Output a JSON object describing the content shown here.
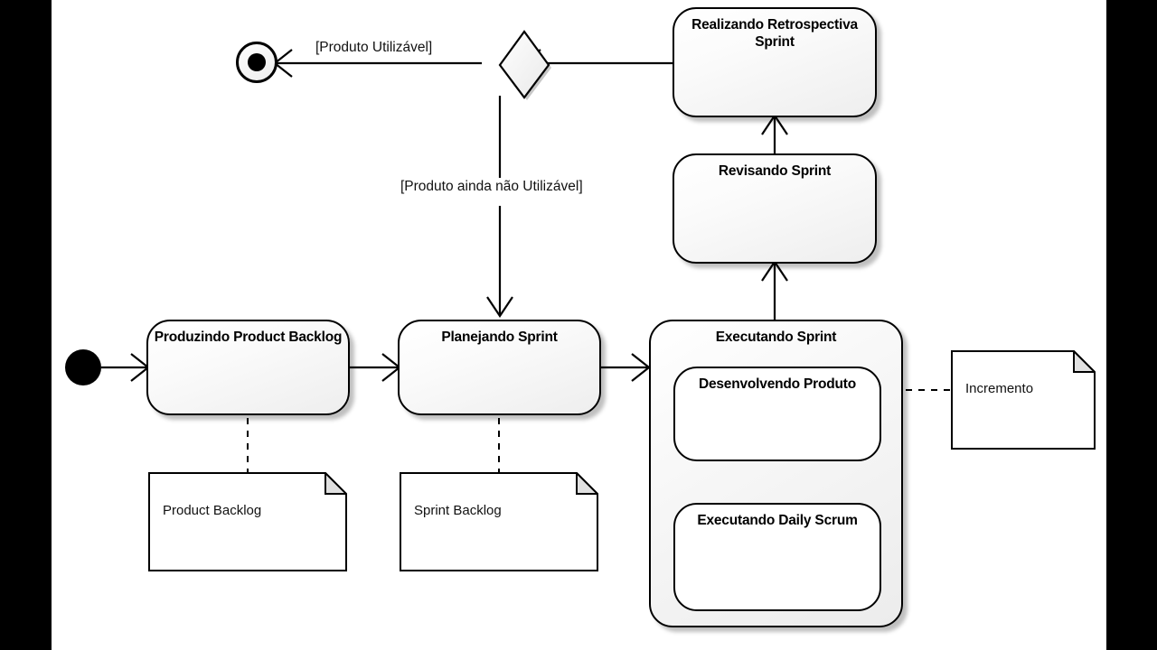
{
  "diagram": {
    "type": "uml-activity-diagram",
    "title_visible": false,
    "background_color": "#ffffff",
    "letterbox_color": "#000000",
    "line_color": "#000000"
  },
  "nodes": {
    "initial": {
      "name": "initial-node",
      "shape": "filled-circle"
    },
    "final": {
      "name": "final-node",
      "shape": "bullseye-circle"
    },
    "decision": {
      "name": "decision-diamond",
      "shape": "diamond"
    },
    "produzindo_backlog": {
      "label": "Produzindo Product Backlog"
    },
    "planejando_sprint": {
      "label": "Planejando Sprint"
    },
    "executando_sprint": {
      "label": "Executando Sprint"
    },
    "desenvolvendo_produto": {
      "label": "Desenvolvendo Produto"
    },
    "executando_daily_scrum": {
      "label": "Executando Daily Scrum"
    },
    "revisando_sprint": {
      "label": "Revisando Sprint"
    },
    "realizando_retrospectiva": {
      "label": "Realizando Retrospectiva Sprint"
    }
  },
  "guards": {
    "utilizavel": "[Produto Utilizável]",
    "nao_utilizavel": "[Produto ainda não Utilizável]"
  },
  "notes": {
    "product_backlog": {
      "text": "Product Backlog"
    },
    "sprint_backlog": {
      "text": "Sprint Backlog"
    },
    "incremento": {
      "text": "Incremento"
    }
  }
}
